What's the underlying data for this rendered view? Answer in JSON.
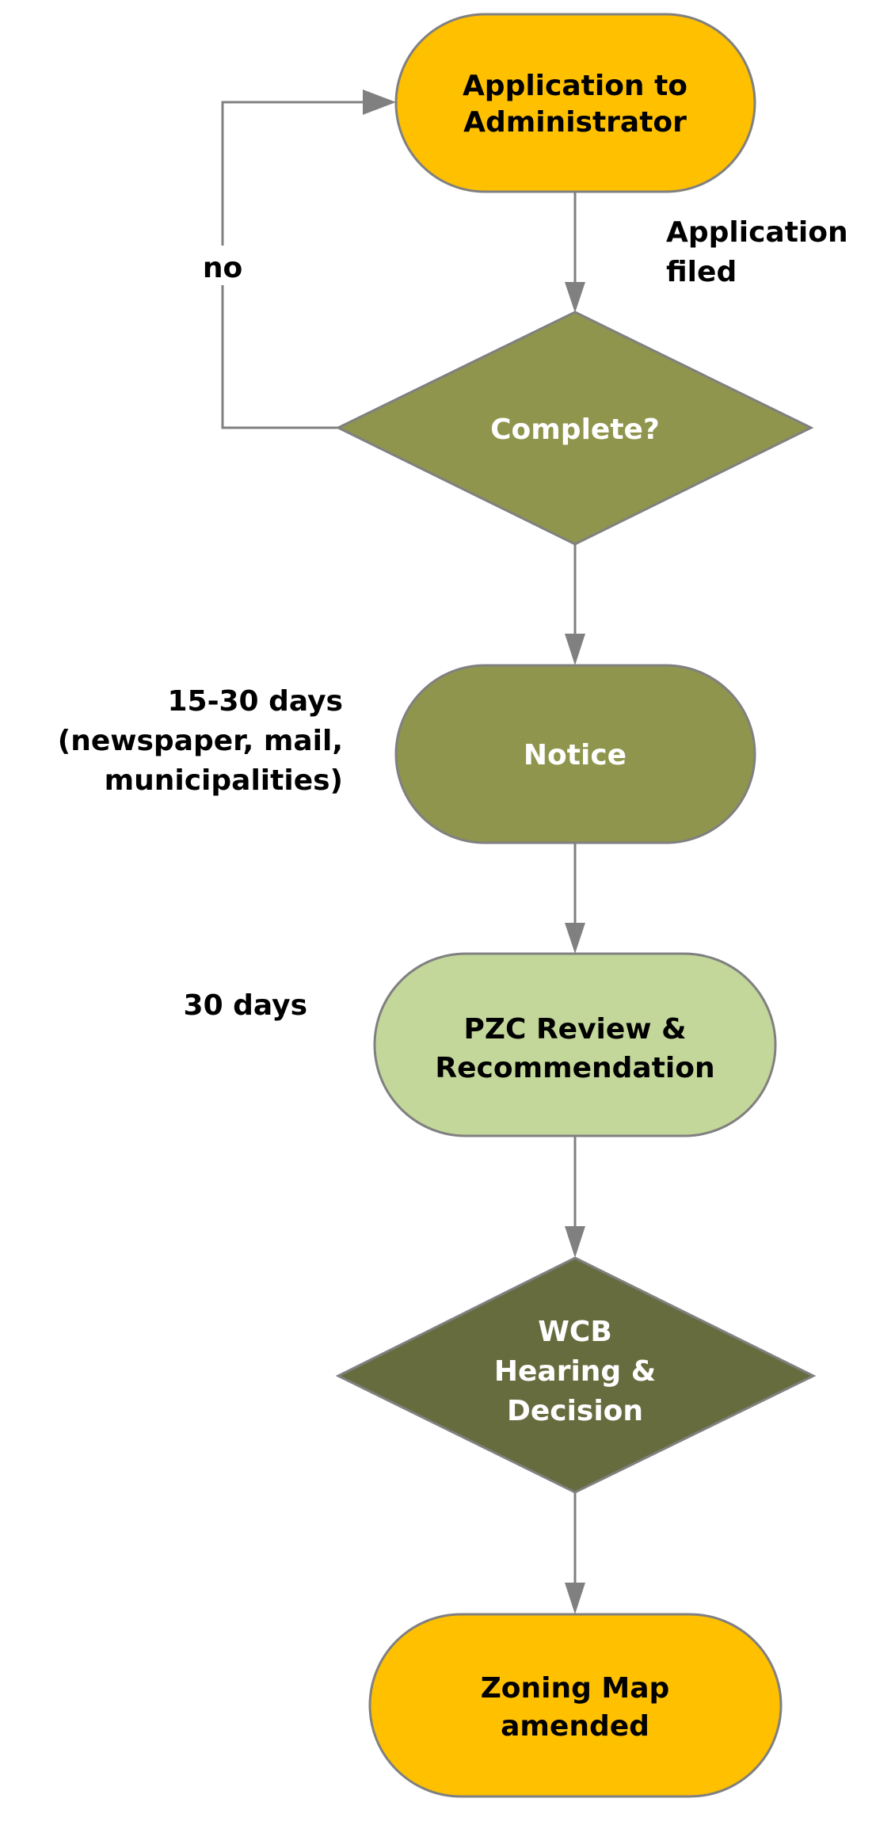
{
  "diagram": {
    "type": "flowchart",
    "colors": {
      "connector": "#808080",
      "gold": "#FFC000",
      "olive": "#8F954D",
      "dark_olive": "#676C3F",
      "light_green": "#C4D79B",
      "text_dark": "#000000",
      "text_light": "#FFFFFF"
    },
    "nodes": {
      "application": {
        "shape": "terminator",
        "lines": [
          "Application to",
          "Administrator"
        ]
      },
      "complete": {
        "shape": "decision",
        "lines": [
          "Complete?"
        ]
      },
      "notice": {
        "shape": "terminator",
        "lines": [
          "Notice"
        ]
      },
      "pzc": {
        "shape": "terminator",
        "lines": [
          "PZC Review &",
          "Recommendation"
        ]
      },
      "wcb": {
        "shape": "decision",
        "lines": [
          "WCB",
          "Hearing &",
          "Decision"
        ]
      },
      "zoning": {
        "shape": "terminator",
        "lines": [
          "Zoning Map",
          "amended"
        ]
      }
    },
    "annotations": {
      "application_filed": [
        "Application",
        "filed"
      ],
      "no": "no",
      "notice_timing": [
        "15-30 days",
        "(newspaper, mail,",
        "municipalities)"
      ],
      "pzc_timing": "30 days"
    },
    "edges": [
      {
        "from": "application",
        "to": "complete",
        "label": "Application filed"
      },
      {
        "from": "complete",
        "to": "application",
        "label": "no"
      },
      {
        "from": "complete",
        "to": "notice"
      },
      {
        "from": "notice",
        "to": "pzc"
      },
      {
        "from": "pzc",
        "to": "wcb"
      },
      {
        "from": "wcb",
        "to": "zoning"
      }
    ]
  }
}
